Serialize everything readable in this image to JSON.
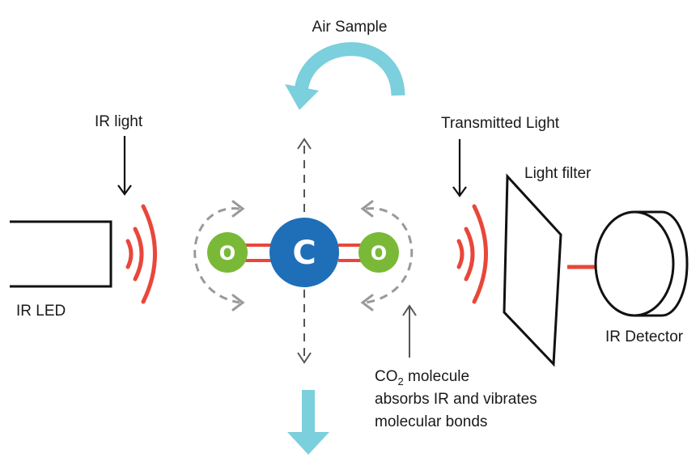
{
  "labels": {
    "air_sample": "Air Sample",
    "ir_light": "IR light",
    "transmitted_light": "Transmitted Light",
    "light_filter": "Light filter",
    "ir_led": "IR LED",
    "ir_detector": "IR Detector",
    "co2_line1_prefix": "CO",
    "co2_line1_sub": "2",
    "co2_line1_suffix": " molecule",
    "co2_line2": "absorbs IR and vibrates",
    "co2_line3": "molecular bonds"
  },
  "atoms": {
    "carbon": "C",
    "oxygen_left": "O",
    "oxygen_right": "O"
  },
  "colors": {
    "air_arrow": "#7ccfdc",
    "ir_waves": "#e8473a",
    "carbon": "#1e6fb8",
    "oxygen": "#7ab938",
    "bond": "#e8473a",
    "dashed": "#9a9a9a"
  }
}
